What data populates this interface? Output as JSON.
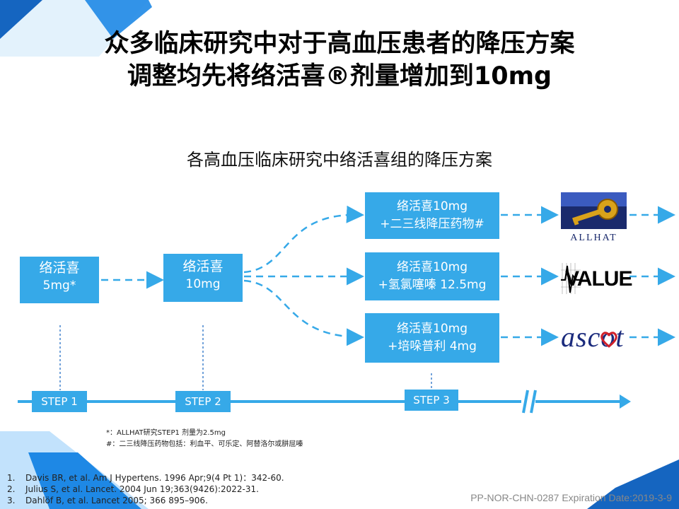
{
  "title_line1": "众多临床研究中对于高血压患者的降压方案",
  "title_line2": "调整均先将络活喜®剂量增加到10mg",
  "diagram_title": "各高血压临床研究中络活喜组的降压方案",
  "boxes": {
    "step1": {
      "line1": "络活喜",
      "line2": "5mg*"
    },
    "step2": {
      "line1": "络活喜",
      "line2": "10mg"
    },
    "branch_allhat": {
      "line1": "络活喜10mg",
      "line2": "+二三线降压药物#"
    },
    "branch_value": {
      "line1": "络活喜10mg",
      "line2": "+氢氯噻嗪 12.5mg"
    },
    "branch_ascot": {
      "line1": "络活喜10mg",
      "line2": "+培哚普利 4mg"
    }
  },
  "steps": [
    "STEP 1",
    "STEP 2",
    "STEP 3"
  ],
  "logos": {
    "allhat": "ALLHAT",
    "value": "VALUE",
    "ascot": "ascot",
    "allhat_icon": "key-icon",
    "value_icon": "ecg-icon",
    "ascot_icon": "heart-icon"
  },
  "footnotes": [
    "*：ALLHAT研究STEP1 剂量为2.5mg",
    "#：二三线降压药物包括：利血平、可乐定、阿替洛尔或肼屈嗪"
  ],
  "references": [
    {
      "num": "1.",
      "text": "Davis BR, et al. Am J Hypertens. 1996 Apr;9(4 Pt 1)：342-60."
    },
    {
      "num": "2.",
      "text": "Julius S, et al. Lancet. 2004 Jun 19;363(9426):2022-31."
    },
    {
      "num": "3.",
      "text": "Dahlöf B, et al. Lancet 2005; 366 895–906."
    }
  ],
  "doc_code": "PP-NOR-CHN-0287 Expiration Date:2019-3-9",
  "colors": {
    "accent": "#36a9e8",
    "dark_blue": "#1565c0"
  }
}
